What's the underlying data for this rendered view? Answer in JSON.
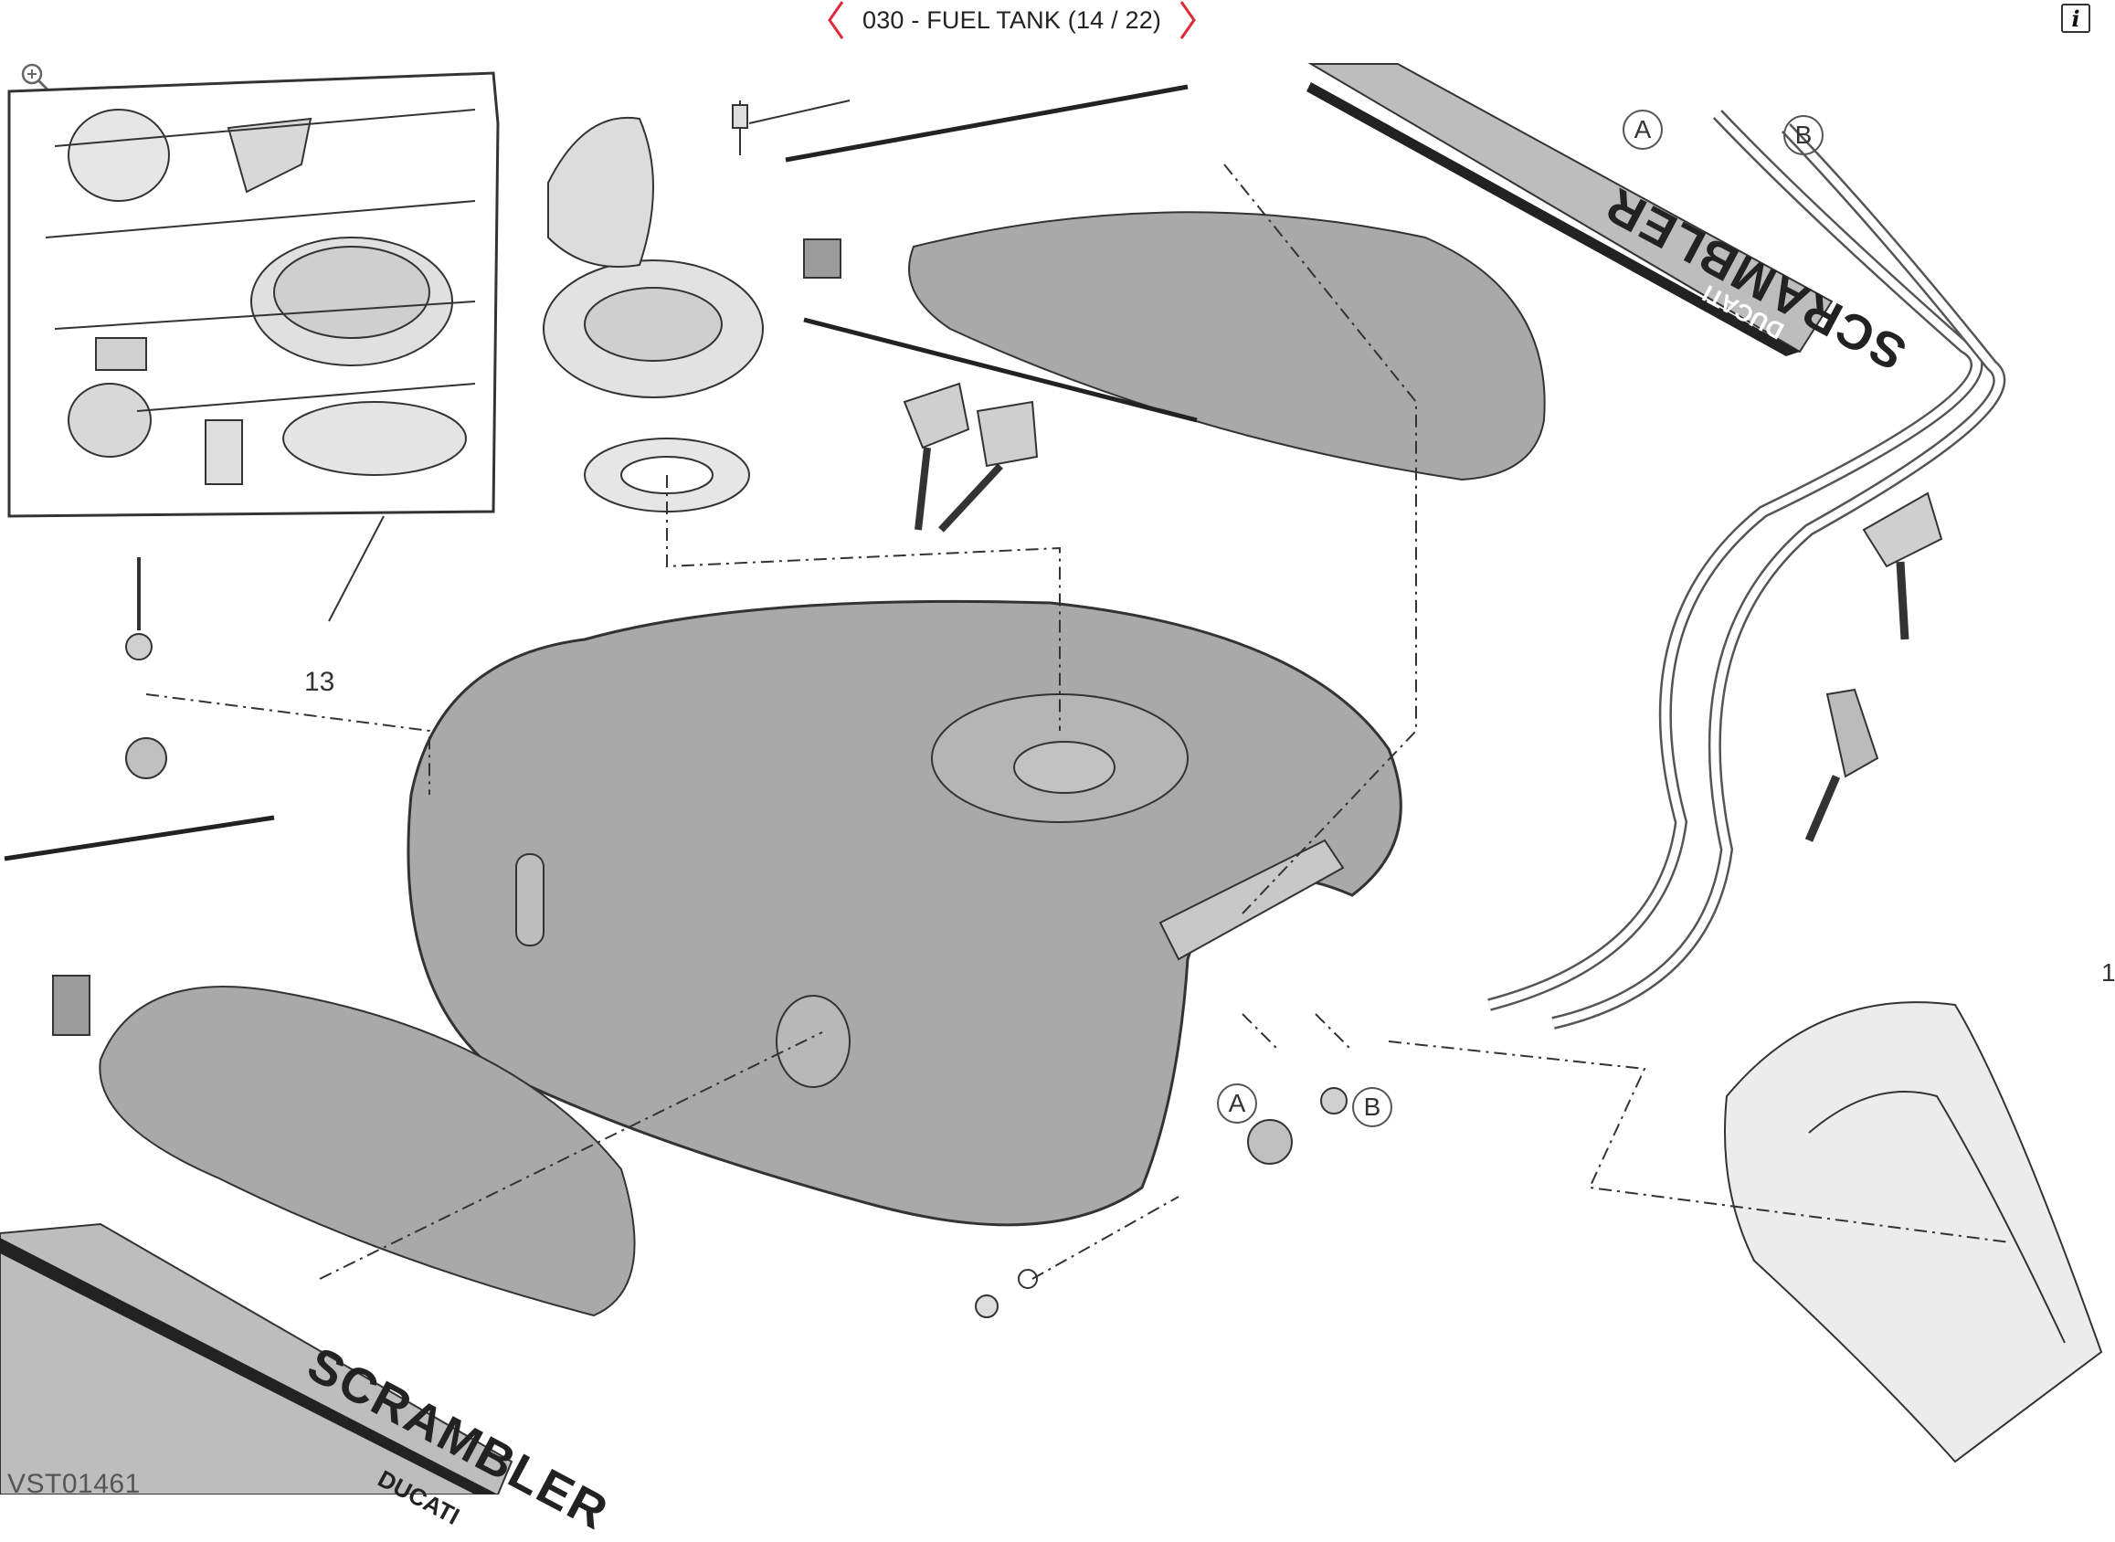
{
  "header": {
    "title": "030 - FUEL TANK (14 / 22)",
    "prev_icon": "chevron-left-icon",
    "next_icon": "chevron-right-icon",
    "info_icon": "info-icon",
    "info_glyph": "i",
    "accent_color": "#e0283a"
  },
  "toolbar": {
    "zoom_icon": "zoom-in-icon"
  },
  "diagram": {
    "callout_13": "13",
    "callout_a_top": "A",
    "callout_b_top": "B",
    "callout_a_bottom": "A",
    "callout_b_bottom": "B",
    "callout_1": "1",
    "decal_text_top": "SCRAMBLER",
    "decal_brand_top": "DUCATI",
    "decal_text_bottom": "SCRAMBLER",
    "decal_brand_bottom": "DUCATI",
    "figure_code": "VST01461"
  }
}
